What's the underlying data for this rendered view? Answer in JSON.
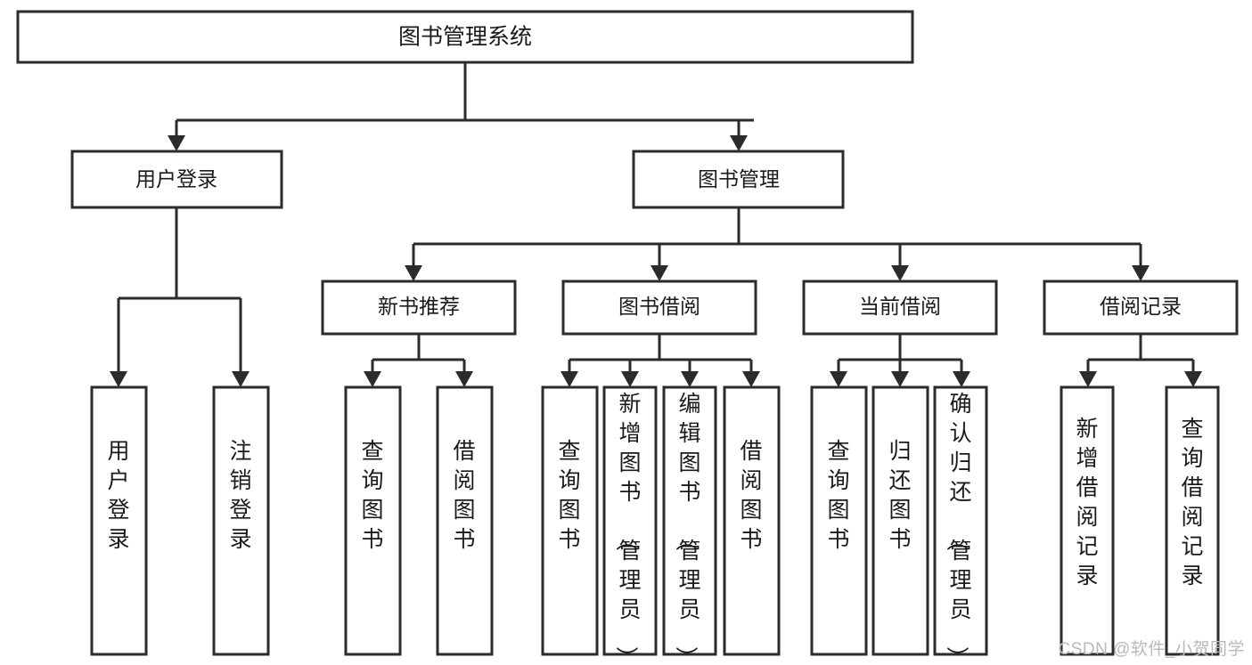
{
  "diagram": {
    "type": "hierarchy-tree",
    "title": "图书管理系统",
    "watermark": "CSDN @软件_小贺同学",
    "colors": {
      "box_stroke": "#2b2b2b",
      "box_fill": "#ffffff",
      "text": "#1a1a1a",
      "background": "#ffffff",
      "watermark": "#b9b9b9"
    },
    "root": {
      "label": "图书管理系统"
    },
    "level2": [
      {
        "label": "用户登录"
      },
      {
        "label": "图书管理"
      }
    ],
    "level3": [
      {
        "label": "新书推荐"
      },
      {
        "label": "图书借阅"
      },
      {
        "label": "当前借阅"
      },
      {
        "label": "借阅记录"
      }
    ],
    "leaves": {
      "user_login": [
        {
          "label": "用户登录"
        },
        {
          "label": "注销登录"
        }
      ],
      "new_book_recommend": [
        {
          "label": "查询图书"
        },
        {
          "label": "借阅图书"
        }
      ],
      "book_borrow": [
        {
          "label": "查询图书"
        },
        {
          "label": "新增图书（管理员）"
        },
        {
          "label": "编辑图书（管理员）"
        },
        {
          "label": "借阅图书"
        }
      ],
      "current_borrow": [
        {
          "label": "查询图书"
        },
        {
          "label": "归还图书"
        },
        {
          "label": "确认归还（管理员）"
        }
      ],
      "borrow_records": [
        {
          "label": "新增借阅记录"
        },
        {
          "label": "查询借阅记录"
        }
      ]
    }
  }
}
